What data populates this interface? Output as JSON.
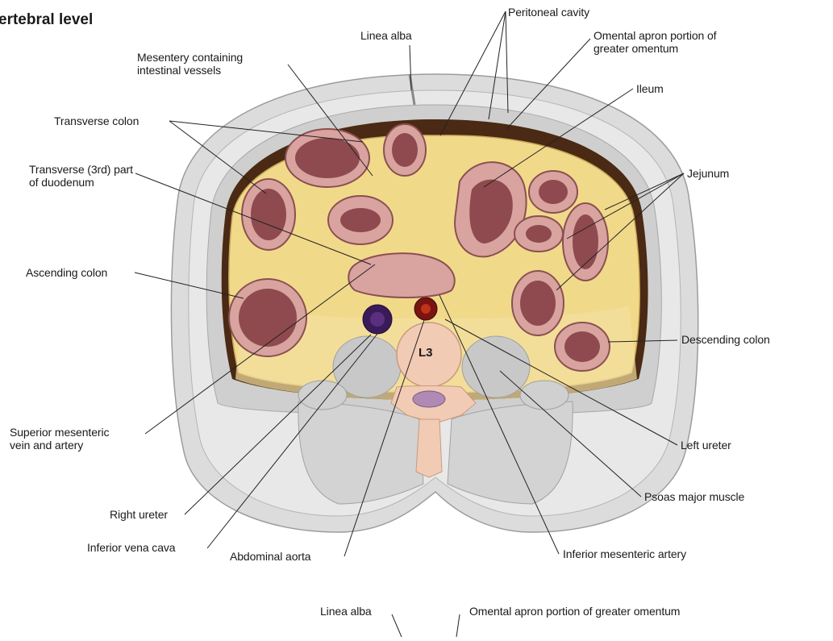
{
  "title": "ertebral level",
  "vertebra": "L3",
  "labels": {
    "linea_alba": "Linea alba",
    "peritoneal_cavity": "Peritoneal cavity",
    "omental_apron_1": "Omental apron portion of",
    "omental_apron_2": "greater omentum",
    "mesentery_1": "Mesentery containing",
    "mesentery_2": "intestinal vessels",
    "ileum": "Ileum",
    "transverse_colon": "Transverse colon",
    "duodenum_1": "Transverse (3rd) part",
    "duodenum_2": "of duodenum",
    "jejunum": "Jejunum",
    "ascending_colon": "Ascending colon",
    "descending_colon": "Descending colon",
    "smv_1": "Superior mesenteric",
    "smv_2": "vein and artery",
    "left_ureter": "Left ureter",
    "psoas": "Psoas major muscle",
    "right_ureter": "Right ureter",
    "ivc": "Inferior vena cava",
    "aorta": "Abdominal aorta",
    "ima": "Inferior mesenteric artery",
    "bottom_linea_alba": "Linea alba",
    "bottom_omental": "Omental apron portion of greater omentum"
  },
  "colors": {
    "skin": "#dcdcdc",
    "fat": "#f1d98a",
    "fat_dark": "#caa75a",
    "bowel_wall": "#d9a3a0",
    "bowel_lumen": "#8e4a4e",
    "cavity": "#4a2a14",
    "vertebra": "#f2cbb5",
    "ivc": "#3b1a5a",
    "aorta": "#7a1410"
  }
}
